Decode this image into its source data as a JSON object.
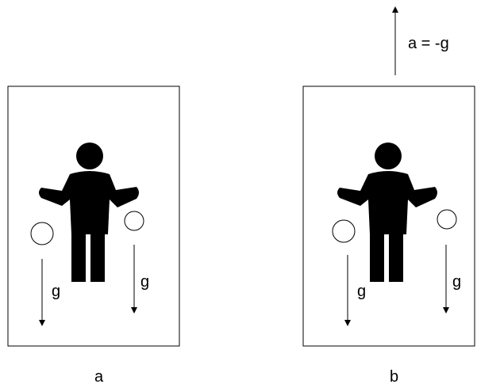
{
  "panels": [
    {
      "caption": "a",
      "left_ball_label": "g",
      "right_ball_label": "g"
    },
    {
      "caption": "b",
      "left_ball_label": "g",
      "right_ball_label": "g",
      "acceleration_label": "a = -g"
    }
  ],
  "colors": {
    "line": "#000000",
    "figure": "#000000",
    "ball_fill": "#ffffff",
    "background": "#ffffff"
  }
}
